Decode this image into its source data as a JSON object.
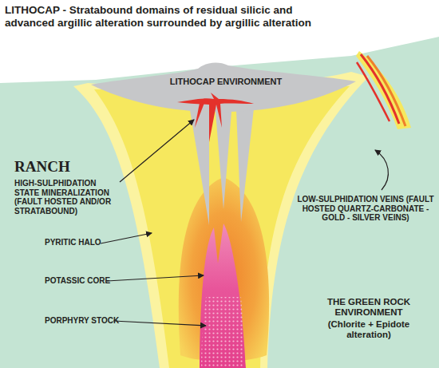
{
  "diagram": {
    "title": "LITHOCAP - Stratabound domains of residual silicic and advanced argillic alteration surrounded by argillic alteration",
    "nodes": [
      {
        "text": [
          "LITHOCAP ENVIRONMENT"
        ]
      },
      {
        "text": [
          "THE GREEN ROCK ENVIRONMENT",
          "(Chlorite + Epidote alteration)"
        ]
      }
    ],
    "labels": [
      "RANCH",
      "HIGH-SULPHIDATION STATE MINERALIZATION (FAULT HOSTED AND/OR STRATABOUND)",
      "LOW-SULPHIDATION VEINS (FAULT HOSTED QUARTZ-CARBONATE - GOLD - SILVER VEINS)",
      "PYRITIC HALO",
      "POTASSIC CORE",
      "PORPHYRY STOCK"
    ]
  }
}
